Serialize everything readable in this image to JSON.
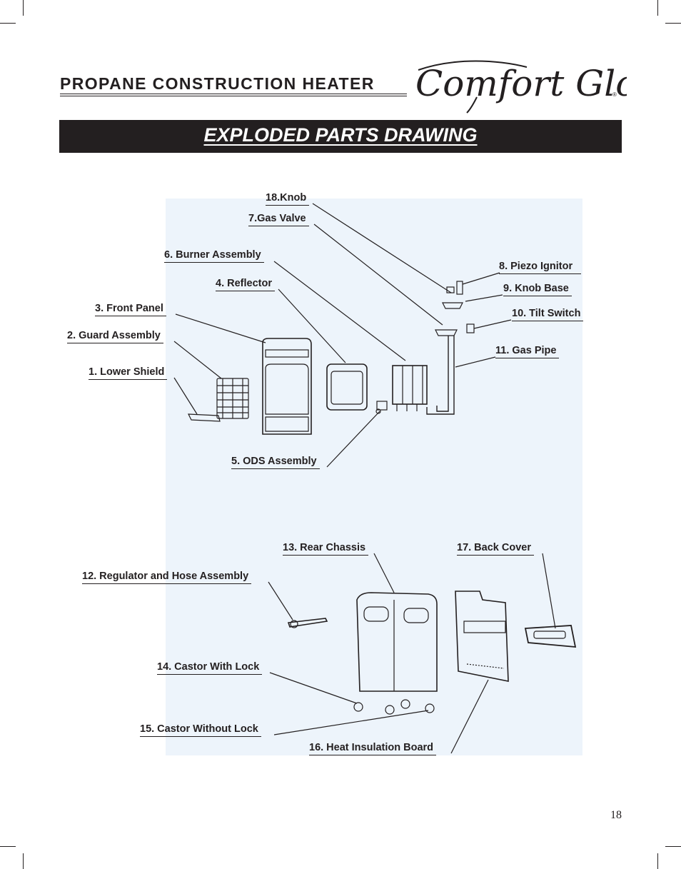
{
  "header": {
    "title": "PROPANE CONSTRUCTION HEATER",
    "brand_logo": "Comfort Glow",
    "brand_mark": "®"
  },
  "banner": {
    "title": "EXPLODED PARTS DRAWING"
  },
  "parts": {
    "knob": "18.Knob",
    "gas_valve": "7.Gas Valve",
    "burner_assembly": "6. Burner Assembly",
    "piezo_ignitor": "8. Piezo Ignitor",
    "reflector": "4. Reflector",
    "knob_base": "9. Knob Base",
    "front_panel": "3. Front Panel",
    "tilt_switch": "10. Tilt Switch",
    "guard_assembly": "2. Guard Assembly",
    "gas_pipe": "11. Gas Pipe",
    "lower_shield": "1. Lower Shield",
    "ods_assembly": "5. ODS Assembly",
    "rear_chassis": "13. Rear Chassis",
    "back_cover": "17. Back Cover",
    "regulator_hose": "12. Regulator and Hose Assembly",
    "castor_with_lock": "14. Castor With Lock",
    "castor_without_lock": "15. Castor Without Lock",
    "heat_insulation_board": "16. Heat Insulation Board"
  },
  "page_number": "18",
  "colors": {
    "ink": "#231f20",
    "diagram_background": "#edf4fb",
    "banner_text": "#ffffff"
  }
}
